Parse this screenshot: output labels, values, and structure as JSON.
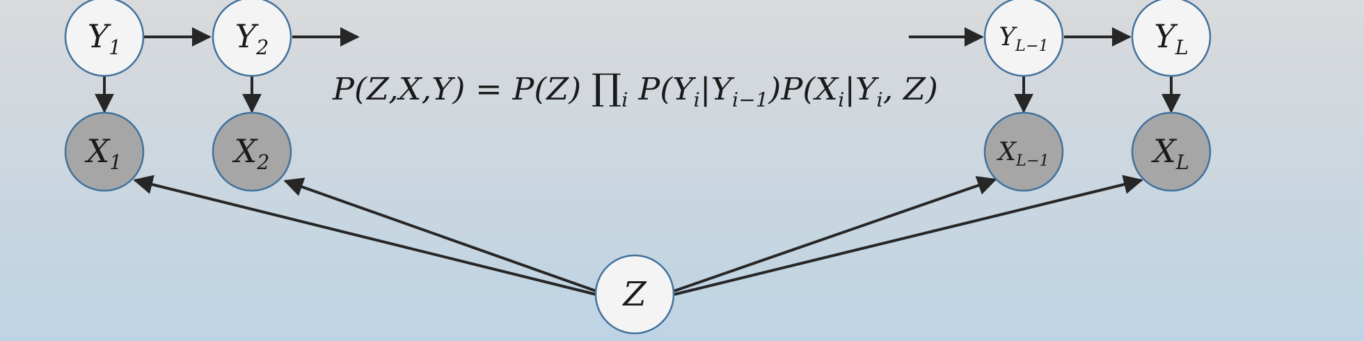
{
  "colors": {
    "node_fill_latent": "#f4f4f4",
    "node_fill_observed": "#a6a6a6",
    "node_stroke": "#41719c",
    "edge": "#262626"
  },
  "nodes": {
    "y1": {
      "base": "Y",
      "sub": "1"
    },
    "y2": {
      "base": "Y",
      "sub": "2"
    },
    "yl1": {
      "base": "Y",
      "sub": "L−1"
    },
    "yl": {
      "base": "Y",
      "sub": "L"
    },
    "x1": {
      "base": "X",
      "sub": "1"
    },
    "x2": {
      "base": "X",
      "sub": "2"
    },
    "xl1": {
      "base": "X",
      "sub": "L−1"
    },
    "xl": {
      "base": "X",
      "sub": "L"
    },
    "z": {
      "base": "Z",
      "sub": ""
    }
  },
  "formula": {
    "lhs": "P(Z,X,Y) = P(Z) ",
    "prod": "∏",
    "prod_sub": "i",
    "t1": " P(Y",
    "t1_sub": "i",
    "t2": "|Y",
    "t2_sub": "i−1",
    "t3": ")P(X",
    "t3_sub": "i",
    "t4": "|Y",
    "t4_sub": "i",
    "t5": ", Z)"
  }
}
